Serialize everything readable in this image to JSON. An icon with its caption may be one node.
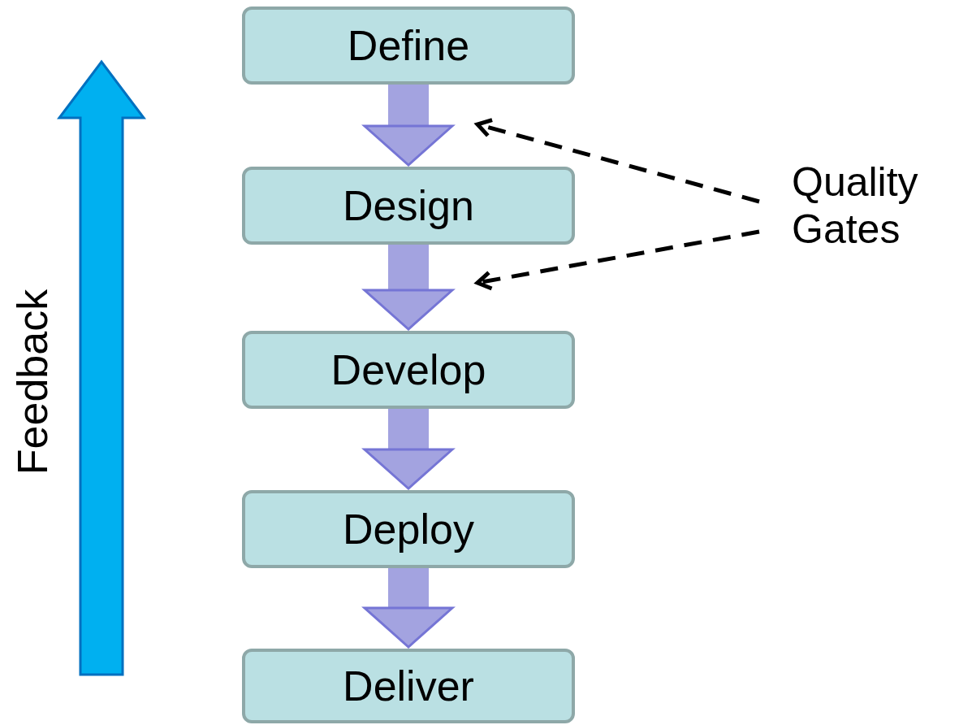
{
  "diagram": {
    "nodes": [
      {
        "text": [
          "Define"
        ]
      },
      {
        "text": [
          "Design"
        ]
      },
      {
        "text": [
          "Develop"
        ]
      },
      {
        "text": [
          "Deploy"
        ]
      },
      {
        "text": [
          "Deliver"
        ]
      },
      {
        "text": [
          "Quality Gates"
        ]
      }
    ],
    "edges": [
      {
        "from": 0,
        "to": 1,
        "arrow": "to"
      },
      {
        "from": 1,
        "to": 2,
        "arrow": "to"
      },
      {
        "from": 2,
        "to": 3,
        "arrow": "to"
      },
      {
        "from": 3,
        "to": 4,
        "arrow": "to"
      },
      {
        "from": 5,
        "to": null,
        "arrow": "to",
        "style": "dashed",
        "color": "#000000"
      },
      {
        "from": 5,
        "to": null,
        "arrow": "to",
        "style": "dashed",
        "color": "#000000"
      }
    ],
    "labels": [
      "Feedback"
    ]
  }
}
